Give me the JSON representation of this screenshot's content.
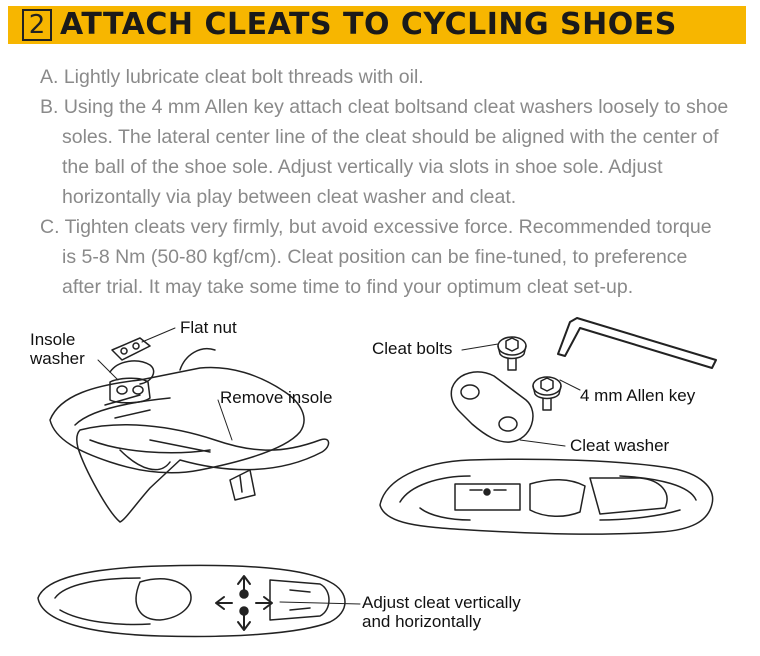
{
  "header": {
    "step_number": "2",
    "title": "ATTACH CLEATS TO CYCLING SHOES",
    "background_color": "#f7b600"
  },
  "instructions": [
    {
      "lines": [
        "A. Lightly lubricate cleat bolt threads with oil."
      ]
    },
    {
      "lines": [
        "B. Using the 4 mm Allen key attach cleat boltsand cleat washers loosely to shoe",
        "soles. The lateral center line of the cleat should be aligned with the center of",
        "the ball of the shoe sole. Adjust vertically via slots in shoe sole. Adjust",
        "horizontally via play between cleat washer and cleat."
      ]
    },
    {
      "lines": [
        "C. Tighten cleats very firmly, but avoid excessive force. Recommended torque",
        "is 5-8 Nm (50-80 kgf/cm). Cleat position can be fine-tuned, to preference",
        "after trial. It may take some time to find your optimum cleat set-up."
      ]
    }
  ],
  "labels": {
    "flat_nut": "Flat nut",
    "insole_washer_line1": "Insole",
    "insole_washer_line2": "washer",
    "remove_insole": "Remove insole",
    "cleat_bolts": "Cleat bolts",
    "allen_key": "4 mm Allen key",
    "cleat_washer": "Cleat washer",
    "adjust_line1": "Adjust cleat vertically",
    "adjust_line2": "and horizontally"
  }
}
